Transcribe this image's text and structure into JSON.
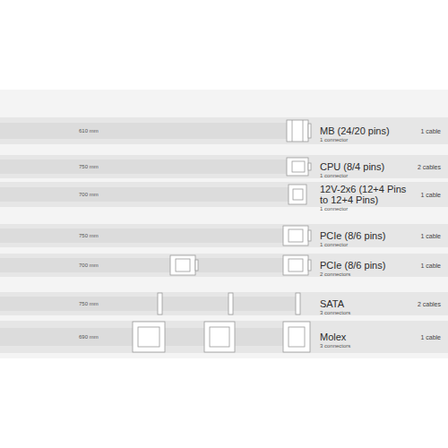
{
  "diagram": {
    "nodes": [
      {
        "text": [
          "610 mm",
          "MB (24/20 pins)",
          "1 connector",
          "1 cable"
        ]
      },
      {
        "text": [
          "750 mm",
          "CPU (8/4 pins)",
          "1 connector",
          "2 cables"
        ]
      },
      {
        "text": [
          "700 mm",
          "12V-2x6 (12+4 Pins to 12+4 Pins)",
          "1 connector",
          "1 cable"
        ]
      },
      {
        "text": [
          "750 mm",
          "PCIe (8/6 pins)",
          "1 connector",
          "1 cable"
        ]
      },
      {
        "text": [
          "700 mm",
          "PCIe (8/6 pins)",
          "2 connectors",
          "1 cable"
        ]
      },
      {
        "text": [
          "750 mm",
          "SATA",
          "3 connectors",
          "2 cables"
        ]
      },
      {
        "text": [
          "690 mm",
          "Molex",
          "3 connectors",
          "1 cable"
        ]
      }
    ]
  }
}
